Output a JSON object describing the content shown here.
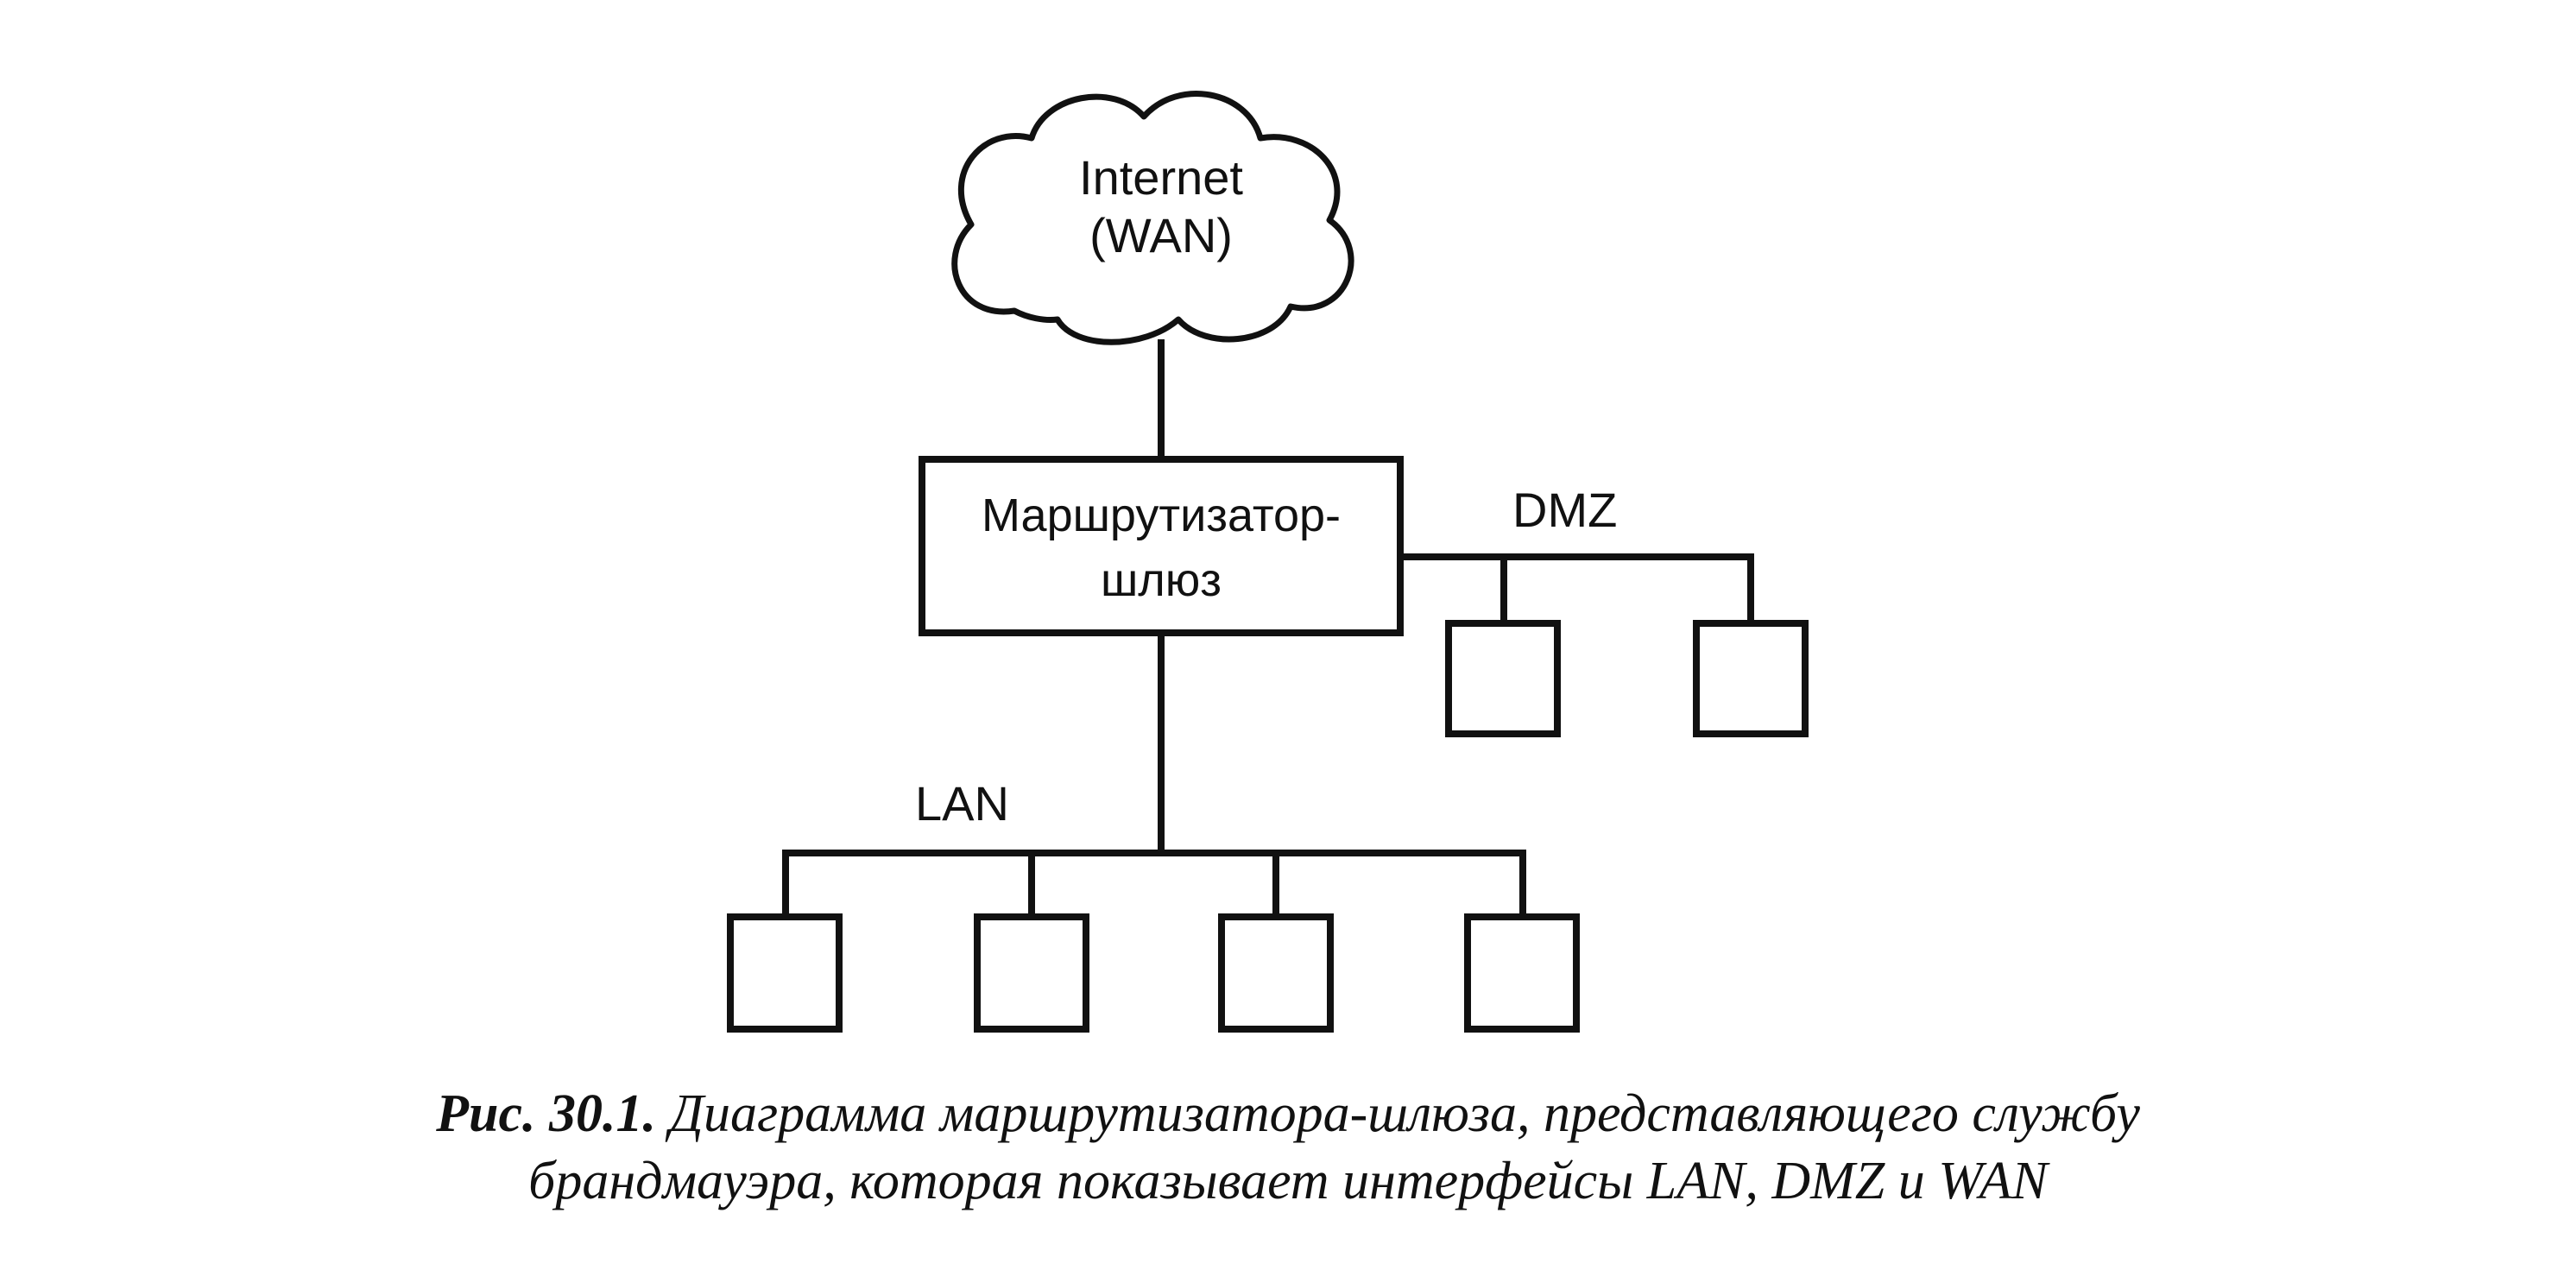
{
  "nodes": {
    "internet": {
      "line1": "Internet",
      "line2": "(WAN)"
    },
    "router": {
      "line1": "Маршрутизатор-",
      "line2": "шлюз"
    }
  },
  "segments": {
    "dmz": "DMZ",
    "lan": "LAN"
  },
  "caption": {
    "number": "Рис. 30.1.",
    "line1": "Диаграмма маршрутизатора-шлюза, представляющего службу",
    "line2": "брандмауэра, которая показывает интерфейсы LAN, DMZ и WAN"
  }
}
